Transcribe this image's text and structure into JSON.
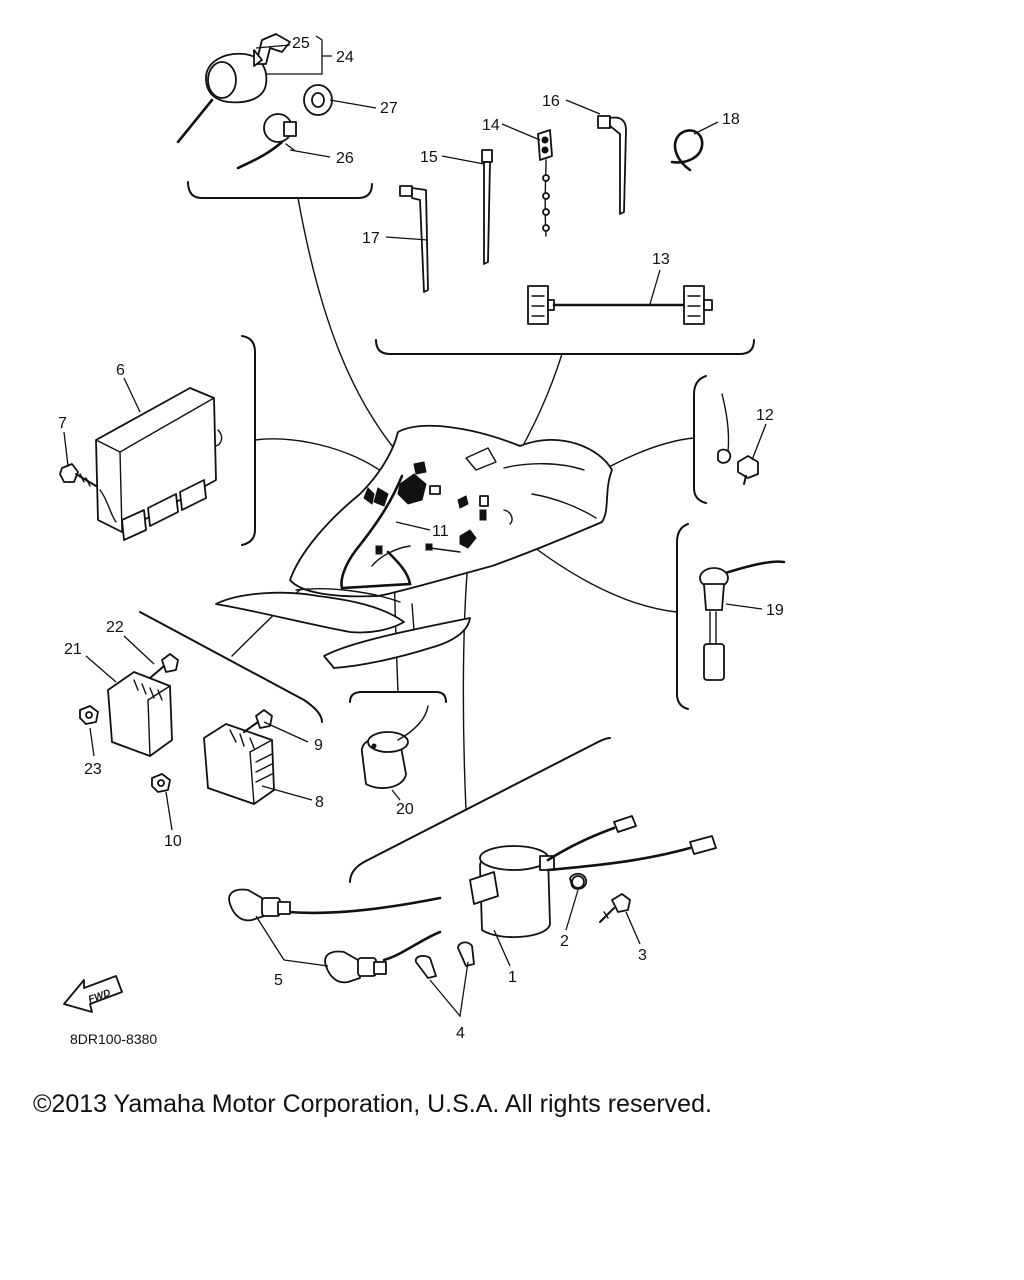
{
  "diagram": {
    "drawing_code": "8DR100-8380",
    "fwd_marker": "FWD",
    "callouts": [
      "1",
      "2",
      "3",
      "4",
      "5",
      "6",
      "7",
      "8",
      "9",
      "10",
      "11",
      "12",
      "13",
      "14",
      "15",
      "16",
      "17",
      "18",
      "19",
      "20",
      "21",
      "22",
      "23",
      "24",
      "25",
      "26",
      "27"
    ]
  },
  "footer": {
    "copyright": "©2013 Yamaha Motor Corporation, U.S.A. All rights reserved."
  }
}
